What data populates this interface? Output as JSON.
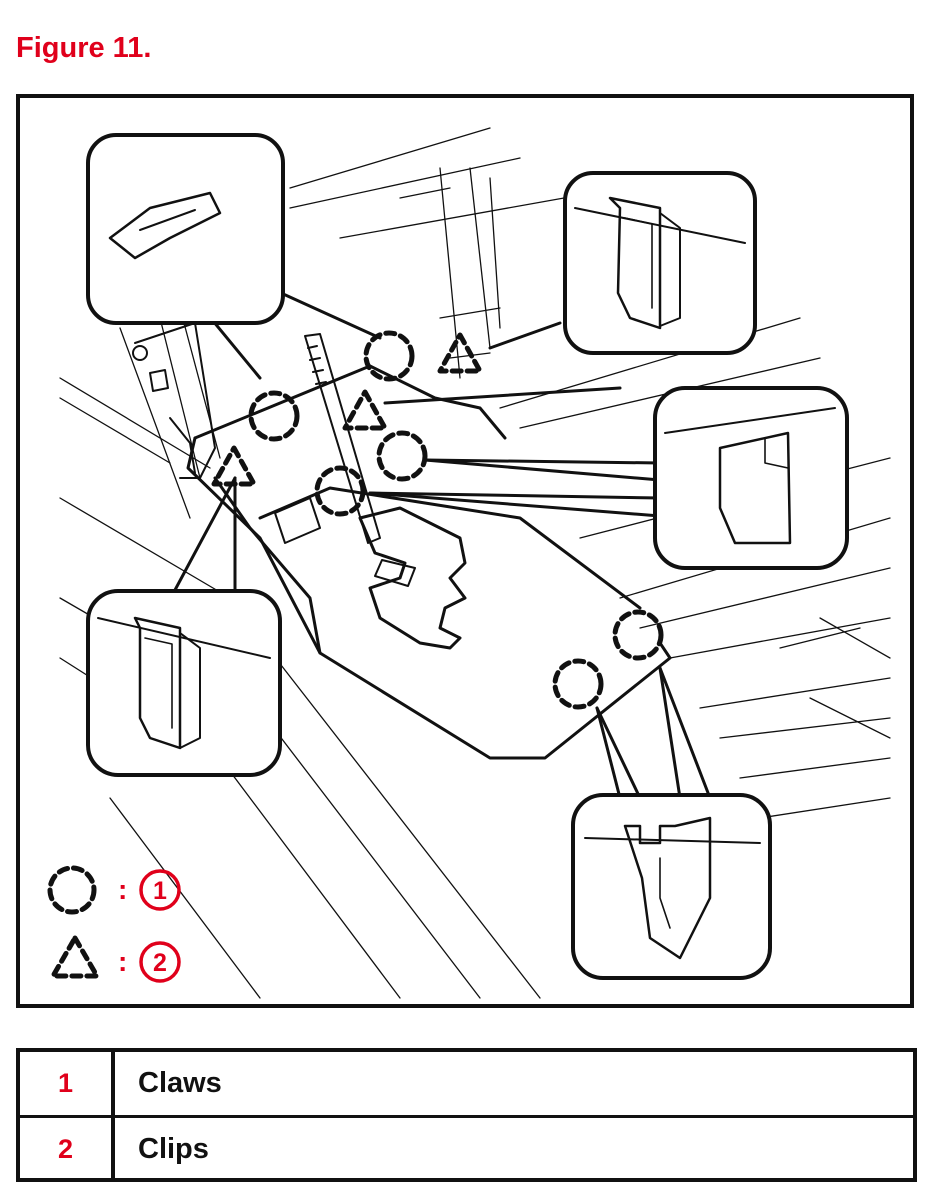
{
  "figure": {
    "title": "Figure 11."
  },
  "legend_key": [
    {
      "symbol": "dashed-circle",
      "number": "1"
    },
    {
      "symbol": "dashed-triangle",
      "number": "2"
    }
  ],
  "legend_table": {
    "rows": [
      {
        "number": "1",
        "label": "Claws"
      },
      {
        "number": "2",
        "label": "Clips"
      }
    ]
  },
  "colors": {
    "accent_red": "#e0001b",
    "line": "#111111"
  }
}
